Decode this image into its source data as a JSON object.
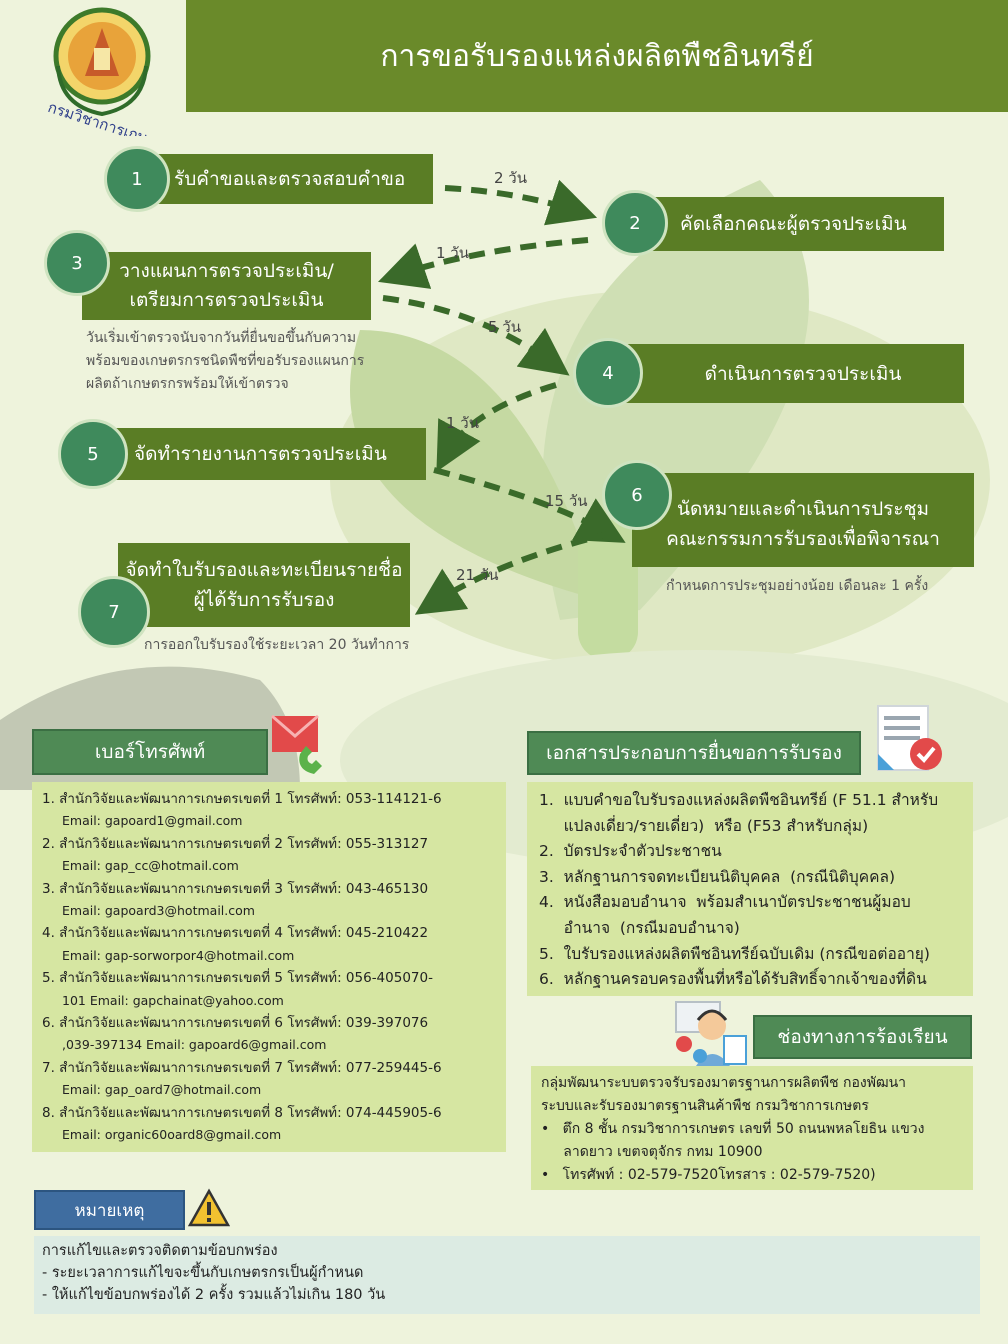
{
  "header": {
    "title": "การขอรับรองแหล่งผลิตพืชอินทรีย์",
    "logo_text": "กรมวิชาการเกษตร"
  },
  "steps": [
    {
      "num": "1",
      "label": "รับคำขอและตรวจสอบคำขอ"
    },
    {
      "num": "2",
      "label": "คัดเลือกคณะผู้ตรวจประเมิน"
    },
    {
      "num": "3",
      "label_line1": "วางแผนการตรวจประเมิน/",
      "label_line2": "เตรียมการตรวจประเมิน"
    },
    {
      "num": "4",
      "label": "ดำเนินการตรวจประเมิน"
    },
    {
      "num": "5",
      "label": "จัดทำรายงานการตรวจประเมิน"
    },
    {
      "num": "6",
      "label_line1": "นัดหมายและดำเนินการประชุม",
      "label_line2": "คณะกรรมการรับรองเพื่อพิจารณา"
    },
    {
      "num": "7",
      "label_line1": "จัดทำใบรับรองและทะเบียนรายชื่อ",
      "label_line2": "ผู้ได้รับการรับรอง"
    }
  ],
  "durations": [
    "2 วัน",
    "1 วัน",
    "5 วัน",
    "1 วัน",
    "15 วัน",
    "21 วัน"
  ],
  "notes": {
    "step3_line1": "วันเริ่มเข้าตรวจนับจากวันที่ยื่นขอขึ้นกับความ",
    "step3_line2": "พร้อมของเกษตรกรชนิดพืชที่ขอรับรองแผนการ",
    "step3_line3": "ผลิตถ้าเกษตรกรพร้อมให้เข้าตรวจ",
    "step6": "กำหนดการประชุมอย่างน้อย เดือนละ 1 ครั้ง",
    "step7": "การออกใบรับรองใช้ระยะเวลา 20 วันทำการ"
  },
  "phones": {
    "heading": "เบอร์โทรศัพท์",
    "items": [
      {
        "line": "1.  สำนักวิจัยและพัฒนาการเกษตรเขตที่ 1  โทรศัพท์:  053-114121-6",
        "email": "Email:  gapoard1@gmail.com"
      },
      {
        "line": "2.  สำนักวิจัยและพัฒนาการเกษตรเขตที่ 2  โทรศัพท์:  055-313127",
        "email": "Email:  gap_cc@hotmail.com"
      },
      {
        "line": "3.  สำนักวิจัยและพัฒนาการเกษตรเขตที่ 3  โทรศัพท์:  043-465130",
        "email": "Email:  gapoard3@hotmail.com"
      },
      {
        "line": "4.  สำนักวิจัยและพัฒนาการเกษตรเขตที่ 4  โทรศัพท์:  045-210422",
        "email": "Email:  gap-sorworpor4@hotmail.com"
      },
      {
        "line": "5.  สำนักวิจัยและพัฒนาการเกษตรเขตที่ 5  โทรศัพท์:  056-405070-",
        "email": "101  Email:  gapchainat@yahoo.com"
      },
      {
        "line": "6.  สำนักวิจัยและพัฒนาการเกษตรเขตที่ 6  โทรศัพท์:  039-397076",
        "email": ",039-397134  Email:  gapoard6@gmail.com"
      },
      {
        "line": "7.  สำนักวิจัยและพัฒนาการเกษตรเขตที่ 7  โทรศัพท์:  077-259445-6",
        "email": "Email:  gap_oard7@hotmail.com"
      },
      {
        "line": "8.  สำนักวิจัยและพัฒนาการเกษตรเขตที่ 8  โทรศัพท์:  074-445905-6",
        "email": "Email:  organic60oard8@gmail.com"
      }
    ]
  },
  "documents": {
    "heading": "เอกสารประกอบการยื่นขอการรับรอง",
    "lines": [
      "1.  แบบคำขอใบรับรองแหล่งผลิตพืชอินทรีย์ (F 51.1 สำหรับ",
      "     แปลงเดี่ยว/รายเดี่ยว)  หรือ (F53 สำหรับกลุ่ม)",
      "2.  บัตรประจำตัวประชาชน",
      "3.  หลักฐานการจดทะเบียนนิติบุคคล  (กรณีนิติบุคคล)",
      "4.  หนังสือมอบอำนาจ  พร้อมสำเนาบัตรประชาชนผู้มอบ",
      "     อำนาจ  (กรณีมอบอำนาจ)",
      "5.  ใบรับรองแหล่งผลิตพืชอินทรีย์ฉบับเดิม (กรณีขอต่ออายุ)",
      "6.  หลักฐานครอบครองพื้นที่หรือได้รับสิทธิ์จากเจ้าของที่ดิน"
    ]
  },
  "complaint": {
    "heading": "ช่องทางการร้องเรียน",
    "line1": "กลุ่มพัฒนาระบบตรวจรับรองมาตรฐานการผลิตพืช กองพัฒนา",
    "line2": "ระบบและรับรองมาตรฐานสินค้าพืช กรมวิชาการเกษตร",
    "bullet1_line1": "•   ตึก 8 ชั้น กรมวิชาการเกษตร เลขที่ 50 ถนนพหลโยธิน แขวง",
    "bullet1_line2": "     ลาดยาว เขตจตุจักร กทม 10900",
    "bullet2": "•   โทรศัพท์ : 02-579-7520โทรสาร : 02-579-7520)"
  },
  "remark": {
    "heading": "หมายเหตุ",
    "line1": "การแก้ไขและตรวจติดตามข้อบกพร่อง",
    "line2": "- ระยะเวลาการแก้ไขจะขึ้นกับเกษตรกรเป็นผู้กำหนด",
    "line3": "- ให้แก้ไขข้อบกพร่องได้ 2 ครั้ง รวมแล้วไม่เกิน 180 วัน"
  },
  "colors": {
    "title_bg": "#6a8a2a",
    "step_bg": "#5a7d25",
    "circle": "#3f8a5c",
    "panel": "#d6e6a2"
  }
}
